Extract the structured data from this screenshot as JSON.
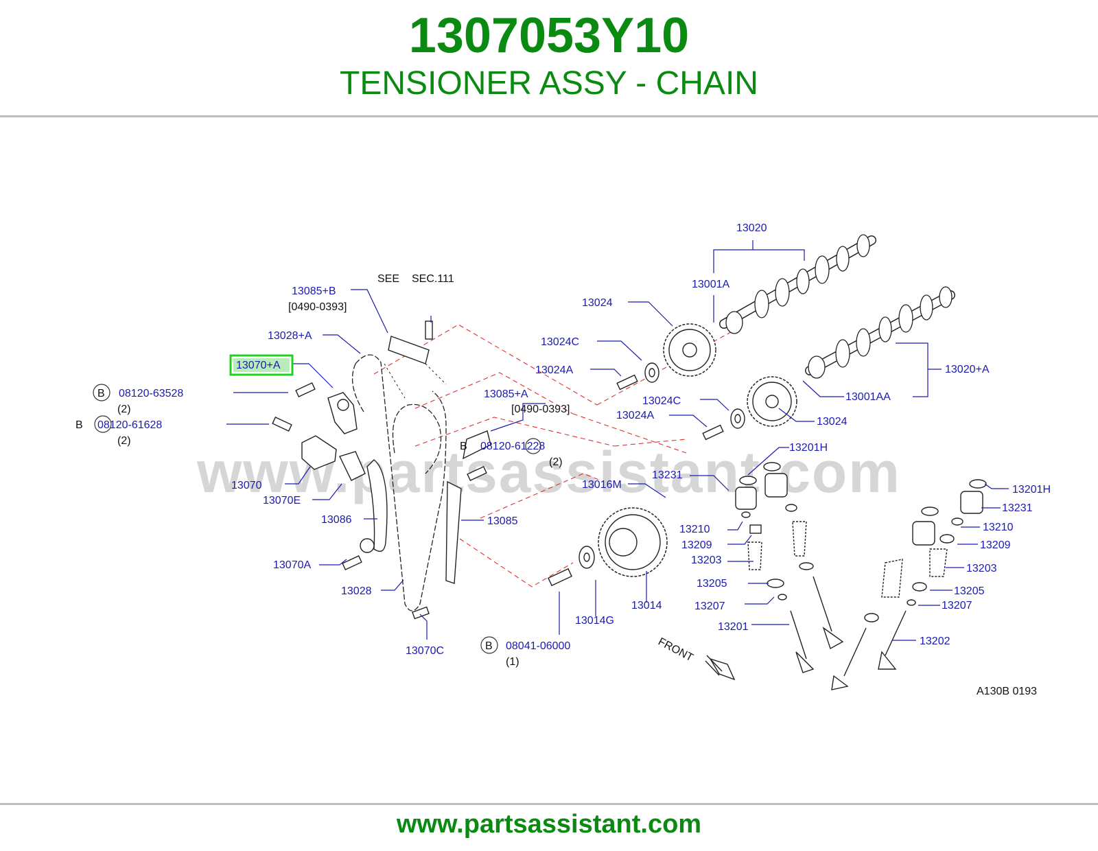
{
  "header": {
    "part_number": "1307053Y10",
    "part_name": "TENSIONER ASSY - CHAIN"
  },
  "watermark": "www.partsassistant.com",
  "footer": {
    "url": "www.partsassistant.com"
  },
  "colors": {
    "brand_green": "#0a8a10",
    "label_blue": "#1a1ab0",
    "highlight": "#1fd01f",
    "dashed_red": "#e03030"
  },
  "diagram": {
    "highlighted": "13070+A",
    "labels": [
      "13020",
      "13001A",
      "13024",
      "13024C",
      "13024A",
      "13020+A",
      "13001AA",
      "13024C",
      "13024A",
      "13024",
      "13085+B",
      "13028+A",
      "13070+A",
      "08120-63528",
      "08120-61628",
      "13085+A",
      "08120-61228",
      "13201H",
      "13231",
      "13016M",
      "13070",
      "13070E",
      "13086",
      "13085",
      "13210",
      "13209",
      "13203",
      "13070A",
      "13205",
      "13207",
      "13028",
      "13014",
      "13201",
      "13014G",
      "13070C",
      "08041-06000",
      "13201H",
      "13231",
      "13210",
      "13209",
      "13203",
      "13205",
      "13207",
      "13202"
    ],
    "notes": {
      "see": "SEE",
      "sec": "SEC.111",
      "range1": "[0490-0393]",
      "range2": "[0490-0393]",
      "qty2a": "(2)",
      "qty2b": "(2)",
      "qty2c": "(2)",
      "qty1": "(1)",
      "b": "B",
      "front": "FRONT",
      "code": "A130B   0193"
    }
  }
}
